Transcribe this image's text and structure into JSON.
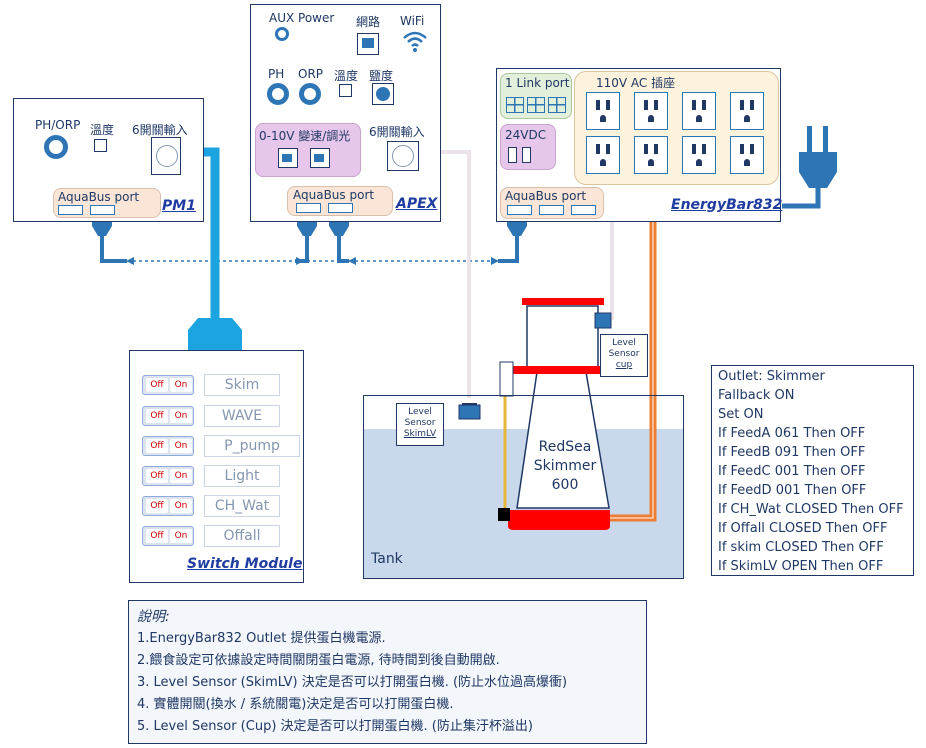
{
  "pm1": {
    "title": "PM1",
    "ph_orp": "PH/ORP",
    "temp": "溫度",
    "inputs": "6開關輸入",
    "aquabus": "AquaBus port"
  },
  "apex": {
    "title": "APEX",
    "aux_power": "AUX Power",
    "network": "網路",
    "wifi": "WiFi",
    "ph": "PH",
    "orp": "ORP",
    "temp": "溫度",
    "salinity": "鹽度",
    "dimming": "0-10V 變速/調光",
    "inputs": "6開關輸入",
    "aquabus": "AquaBus port"
  },
  "energybar": {
    "title": "EnergyBar832",
    "link_port": "1 Link port",
    "ac_outlets": "110V AC 插座",
    "vdc": "24VDC",
    "aquabus": "AquaBus port"
  },
  "switch_module": {
    "title": "Switch Module",
    "off": "Off",
    "on": "On",
    "switches": [
      "Skim",
      "WAVE",
      "P_pump",
      "Light",
      "CH_Wat",
      "Offall"
    ]
  },
  "tank": {
    "label": "Tank",
    "skimmer": [
      "RedSea",
      "Skimmer",
      "600"
    ],
    "sensor_skimlv": [
      "Level",
      "Sensor",
      "SkimLV"
    ],
    "sensor_cup": [
      "Level",
      "Sensor",
      "cup"
    ]
  },
  "program": [
    "Outlet: Skimmer",
    "Fallback ON",
    "Set ON",
    "If FeedA 061 Then OFF",
    "If FeedB 091 Then OFF",
    "If FeedC 001 Then OFF",
    "If FeedD 001 Then OFF",
    "If CH_Wat CLOSED Then OFF",
    "If Offall CLOSED Then OFF",
    "If skim CLOSED Then OFF",
    "If SkimLV OPEN Then OFF"
  ],
  "notes": {
    "heading": "說明:",
    "lines": [
      "1.EnergyBar832 Outlet 提供蛋白機電源.",
      "2.餵食設定可依據設定時間關閉蛋白電源, 待時間到後自動開啟.",
      "3. Level Sensor (SkimLV) 決定是否可以打開蛋白機. (防止水位過高爆衝)",
      "4. 實體開關(換水 / 系統關電)決定是否可以打開蛋白機.",
      "5. Level Sensor (Cup) 決定是否可以打開蛋白機. (防止集汙杯溢出)"
    ]
  },
  "colors": {
    "navy": "#1f3864",
    "cable_blue": "#2e75b6",
    "cyan": "#1ca4e0",
    "orange": "#ed7d31",
    "red": "#ff0000",
    "pink": "#e6c6ea",
    "peach": "#fbe5d6",
    "cream": "#fdf2dc",
    "green_pale": "#e2efda",
    "water": "#c9d8ea"
  }
}
